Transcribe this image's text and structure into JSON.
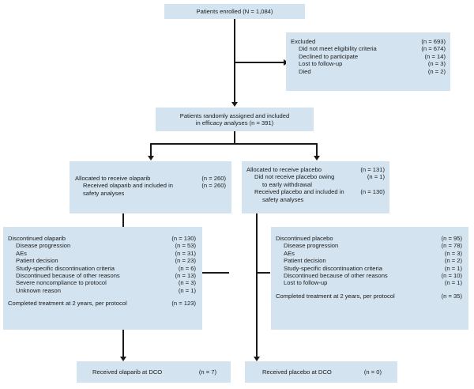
{
  "enrolled": {
    "label": "Patients enrolled (N = 1,084)"
  },
  "excluded": {
    "title": "Excluded",
    "title_n": "(n = 693)",
    "items": [
      {
        "label": "Did not meet eligibility criteria",
        "n": "(n = 674)"
      },
      {
        "label": "Declined to participate",
        "n": "(n = 14)"
      },
      {
        "label": "Lost to follow-up",
        "n": "(n = 3)"
      },
      {
        "label": "Died",
        "n": "(n = 2)"
      }
    ]
  },
  "randomized": {
    "line1": "Patients randomly assigned and included",
    "line2": "in efficacy analyses (n = 391)"
  },
  "olaparib_alloc": {
    "row1": {
      "label": "Allocated to receive olaparib",
      "n": "(n = 260)"
    },
    "row2": {
      "label": "Received olaparib and included in",
      "n": "(n = 260)"
    },
    "row2b": "safety analyses"
  },
  "placebo_alloc": {
    "row1": {
      "label": "Allocated to receive placebo",
      "n": "(n = 131)"
    },
    "row2": {
      "label": "Did not receive placebo owing",
      "n": "(n = 1)"
    },
    "row2b": "to early withdrawal",
    "row3": {
      "label": "Received placebo and included in",
      "n": "(n = 130)"
    },
    "row3b": "safety analyses"
  },
  "olaparib_disc": {
    "title": {
      "label": "Discontinued olaparib",
      "n": "(n = 130)"
    },
    "items": [
      {
        "label": "Disease progression",
        "n": "(n = 53)"
      },
      {
        "label": "AEs",
        "n": "(n = 31)"
      },
      {
        "label": "Patient decision",
        "n": "(n = 23)"
      },
      {
        "label": "Study-specific discontinuation criteria",
        "n": "(n = 6)"
      },
      {
        "label": "Discontinued because of other reasons",
        "n": "(n = 13)"
      },
      {
        "label": "Severe noncompliance to protocol",
        "n": "(n = 3)"
      },
      {
        "label": "Unknown reason",
        "n": "(n = 1)"
      }
    ],
    "completed": {
      "label": "Completed treatment at 2 years, per protocol",
      "n": "(n = 123)"
    }
  },
  "placebo_disc": {
    "title": {
      "label": "Discontinued placebo",
      "n": "(n = 95)"
    },
    "items": [
      {
        "label": "Disease progression",
        "n": "(n = 78)"
      },
      {
        "label": "AEs",
        "n": "(n = 3)"
      },
      {
        "label": "Patient decision",
        "n": "(n = 2)"
      },
      {
        "label": "Study-specific discontinuation criteria",
        "n": "(n = 1)"
      },
      {
        "label": "Discontinued because of other reasons",
        "n": "(n = 10)"
      },
      {
        "label": "Lost to follow-up",
        "n": "(n = 1)"
      }
    ],
    "completed": {
      "label": "Completed treatment at 2 years, per protocol",
      "n": "(n = 35)"
    }
  },
  "olaparib_dco": {
    "label": "Received olaparib at DCO",
    "n": "(n = 7)"
  },
  "placebo_dco": {
    "label": "Received placebo at DCO",
    "n": "(n = 0)"
  },
  "colors": {
    "box": "#d3e4f0",
    "line": "#1a1a1a"
  }
}
